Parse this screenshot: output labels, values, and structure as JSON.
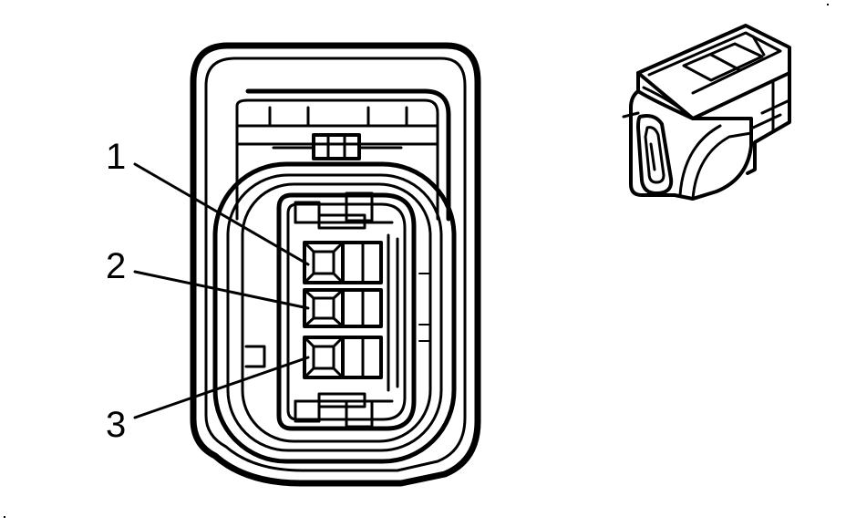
{
  "callouts": {
    "pin1": "1",
    "pin2": "2",
    "pin3": "3"
  },
  "colors": {
    "line": "#000000",
    "background": "#ffffff"
  }
}
